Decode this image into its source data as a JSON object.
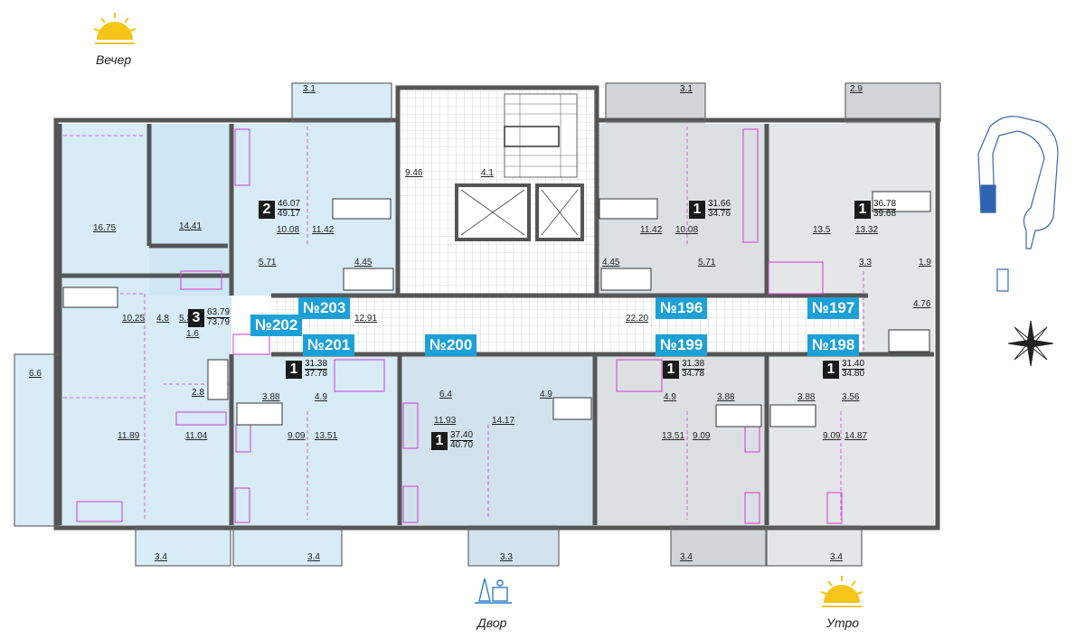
{
  "orientation": {
    "evening": "Вечер",
    "morning": "Утро",
    "courtyard": "Двор"
  },
  "colors": {
    "blue_apartment": "#d7ecf7",
    "gray_apartment": "#dde0e3",
    "accent": "#1ba0d8",
    "wall": "#555555",
    "furniture_magenta": "#d23ad6",
    "sun": "#f5c518"
  },
  "apartments": [
    {
      "tag": "№203",
      "rooms": "",
      "area_total": "",
      "area_living": ""
    },
    {
      "tag": "№202",
      "rooms": "3",
      "area_total": "63.79",
      "area_living": "73.79"
    },
    {
      "tag": "№201",
      "rooms": "1",
      "area_total": "31.38",
      "area_living": "37.78"
    },
    {
      "tag": "№200",
      "rooms": "1",
      "area_total": "37.40",
      "area_living": "40.70"
    },
    {
      "tag": "№199",
      "rooms": "1",
      "area_total": "31.38",
      "area_living": "34.78"
    },
    {
      "tag": "№198",
      "rooms": "1",
      "area_total": "31.40",
      "area_living": "34.80"
    },
    {
      "tag": "№197",
      "rooms": "1",
      "area_total": "36.78",
      "area_living": "39.68"
    },
    {
      "tag": "№196",
      "rooms": "1",
      "area_total": "31.66",
      "area_living": "34.76"
    },
    {
      "tag": "",
      "rooms": "2",
      "area_total": "46.07",
      "area_living": "49.17"
    }
  ],
  "room_areas": [
    "3.1",
    "3.1",
    "2.9",
    "9.46",
    "4.1",
    "16.75",
    "14.41",
    "10.08",
    "11.42",
    "5.71",
    "4.45",
    "11.42",
    "10.08",
    "5.71",
    "4.45",
    "13.5",
    "13.32",
    "3.3",
    "1.9",
    "4.76",
    "10.25",
    "4.8",
    "5.3",
    "1.6",
    "12.91",
    "22.20",
    "6.6",
    "2.8",
    "3.88",
    "4.9",
    "6.4",
    "4.9",
    "4.9",
    "3.88",
    "3.88",
    "3.56",
    "11.89",
    "11.04",
    "9.09",
    "13.51",
    "11.93",
    "14.17",
    "13.51",
    "9.09",
    "9.09",
    "14.87",
    "3.4",
    "3.4",
    "3.3",
    "3.4",
    "3.4"
  ]
}
